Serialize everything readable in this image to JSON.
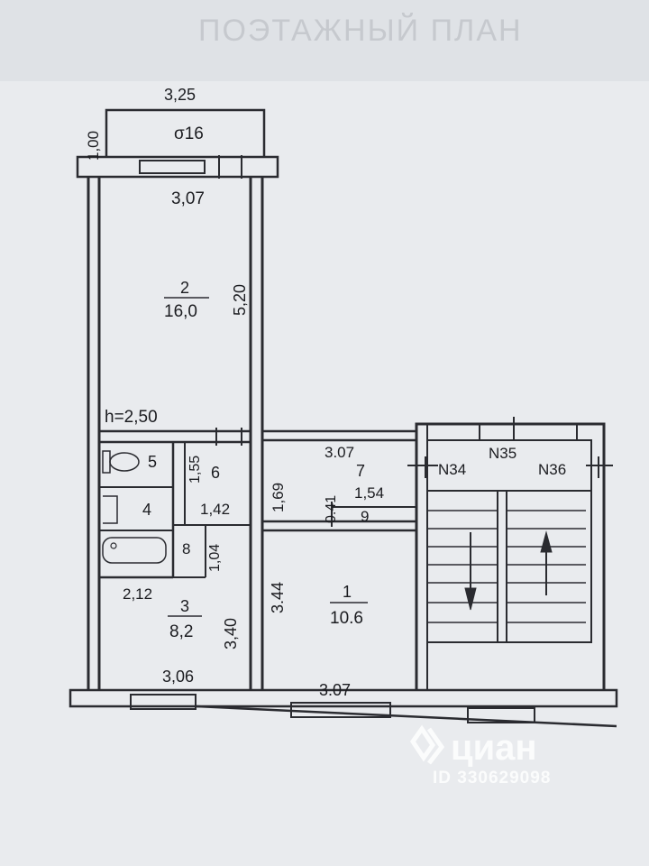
{
  "header_text": "ПОЭТАЖНЫЙ ПЛАН",
  "balcony": {
    "width": "3,25",
    "depth": "1,00",
    "label": "σ16"
  },
  "rooms": {
    "room2": {
      "number": "2",
      "area": "16,0",
      "width": "3,07",
      "length": "5,20"
    },
    "ceiling_height": "h=2,50",
    "wc": {
      "number": "5",
      "dim": "1,55"
    },
    "corridor6": {
      "number": "6",
      "dim": "1,42"
    },
    "sink": {
      "number": "4"
    },
    "bath": {
      "number": "8",
      "dim": "1,04"
    },
    "passage_dim": "1,69",
    "hall7": {
      "number": "7",
      "width": "3.07",
      "dim_a": "0.41",
      "dim_b": "1,54"
    },
    "closet9": {
      "number": "9"
    },
    "room3": {
      "number": "3",
      "area": "8,2",
      "width_top": "2,12",
      "length": "3,40",
      "width_bottom": "3,06"
    },
    "room1": {
      "number": "1",
      "area": "10.6",
      "length": "3.44",
      "width": "3.07"
    }
  },
  "stairwell": {
    "n34": "N34",
    "n35": "N35",
    "n36": "N36"
  },
  "watermark": {
    "brand": "циан",
    "id": "ID 330629098"
  }
}
